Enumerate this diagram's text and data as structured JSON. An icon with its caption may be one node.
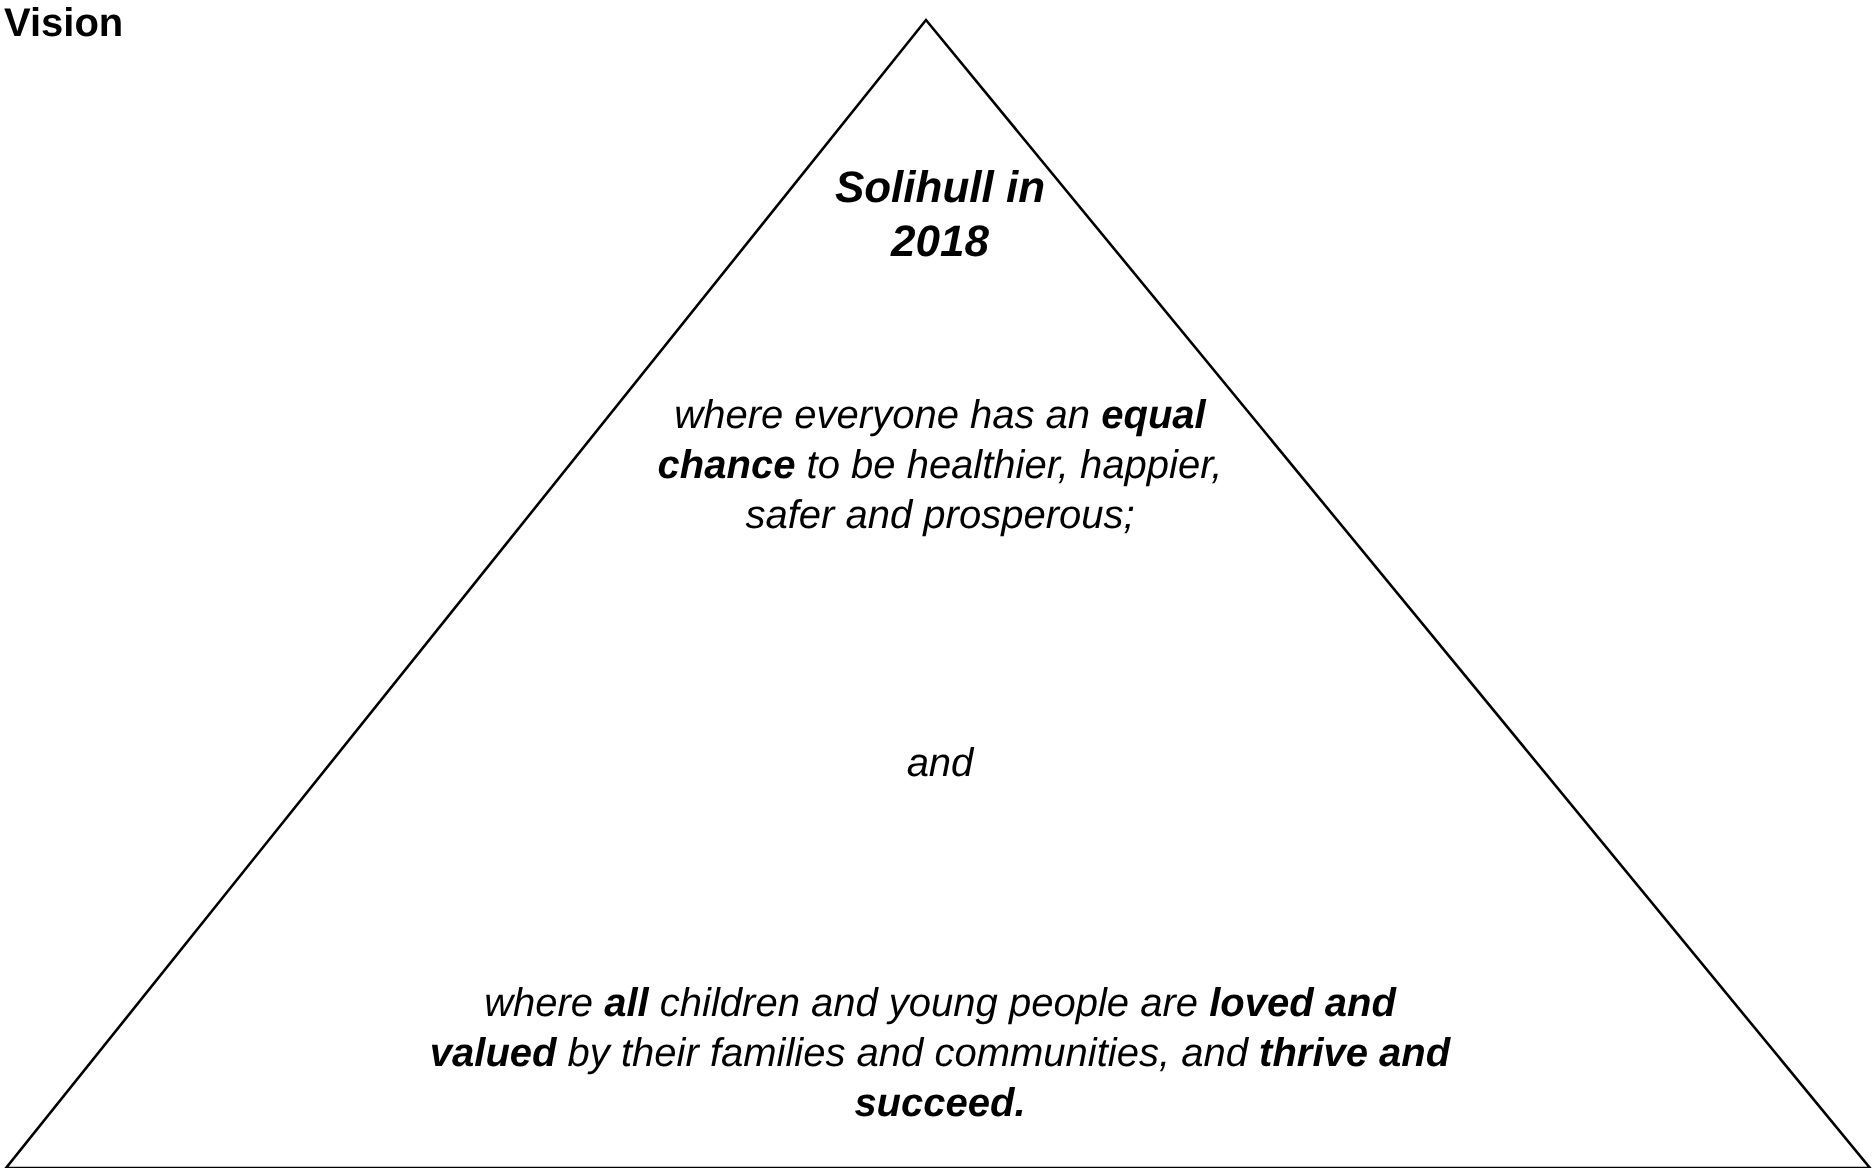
{
  "diagram": {
    "title": "Vision",
    "nodes": [
      {
        "text": [
          "Solihull in 2018",
          "where everyone has an **equal chance** to be healthier, happier, safer and prosperous;",
          "and",
          "where **all** children and young people are **loved and valued** by their families and communities, and **thrive and succeed.**"
        ]
      }
    ]
  }
}
